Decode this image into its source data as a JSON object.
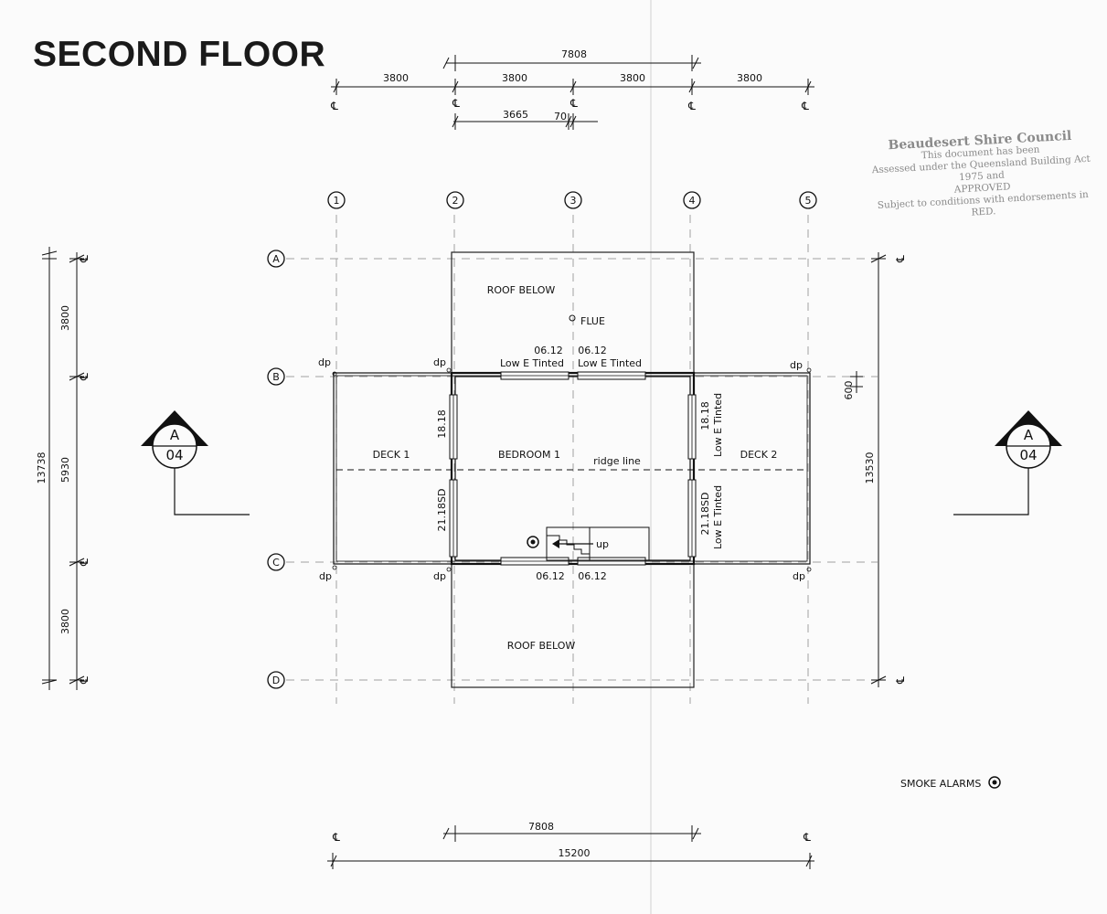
{
  "title": "SECOND FLOOR",
  "stamp": {
    "title": "Beaudesert Shire Council",
    "line1": "This document has been",
    "line2": "Assessed under the Queensland Building Act 1975 and",
    "line3": "APPROVED",
    "line4": "Subject to conditions with endorsements in RED."
  },
  "grid": {
    "cols": [
      "1",
      "2",
      "3",
      "4",
      "5"
    ],
    "rows": [
      "A",
      "B",
      "C",
      "D"
    ]
  },
  "centerline_symbol": "℄",
  "dimensions": {
    "top_overall": "7808",
    "top_bay_1": "3800",
    "top_bay_2": "3800",
    "top_bay_3": "3800",
    "top_bay_4": "3800",
    "top_sub": "3665",
    "top_sub_gap": "70",
    "bottom_inner": "7808",
    "bottom_overall": "15200",
    "left_overall": "13738",
    "left_1": "3800",
    "left_2": "5930",
    "left_3": "3800",
    "right_overall": "13530",
    "right_offset": "600"
  },
  "rooms": {
    "roof_below_top": "ROOF BELOW",
    "roof_below_bottom": "ROOF BELOW",
    "deck1": "DECK 1",
    "bedroom1": "BEDROOM 1",
    "deck2": "DECK 2",
    "ridge": "ridge line",
    "flue": "FLUE",
    "up": "up"
  },
  "windows": {
    "top_left_size": "06.12",
    "top_left_type": "Low E Tinted",
    "top_right_size": "06.12",
    "top_right_type": "Low E Tinted",
    "bottom_left": "06.12",
    "bottom_right": "06.12",
    "left_upper": "18.18",
    "left_lower": "21.18SD",
    "right_upper_size": "18.18",
    "right_upper_type": "Low E Tinted",
    "right_lower_size": "21.18SD",
    "right_lower_type": "Low E Tinted"
  },
  "downpipe": "dp",
  "section_markers": {
    "left_top": "A",
    "left_bottom": "04",
    "right_top": "A",
    "right_bottom": "04"
  },
  "legend": {
    "smoke_alarms": "SMOKE ALARMS"
  }
}
